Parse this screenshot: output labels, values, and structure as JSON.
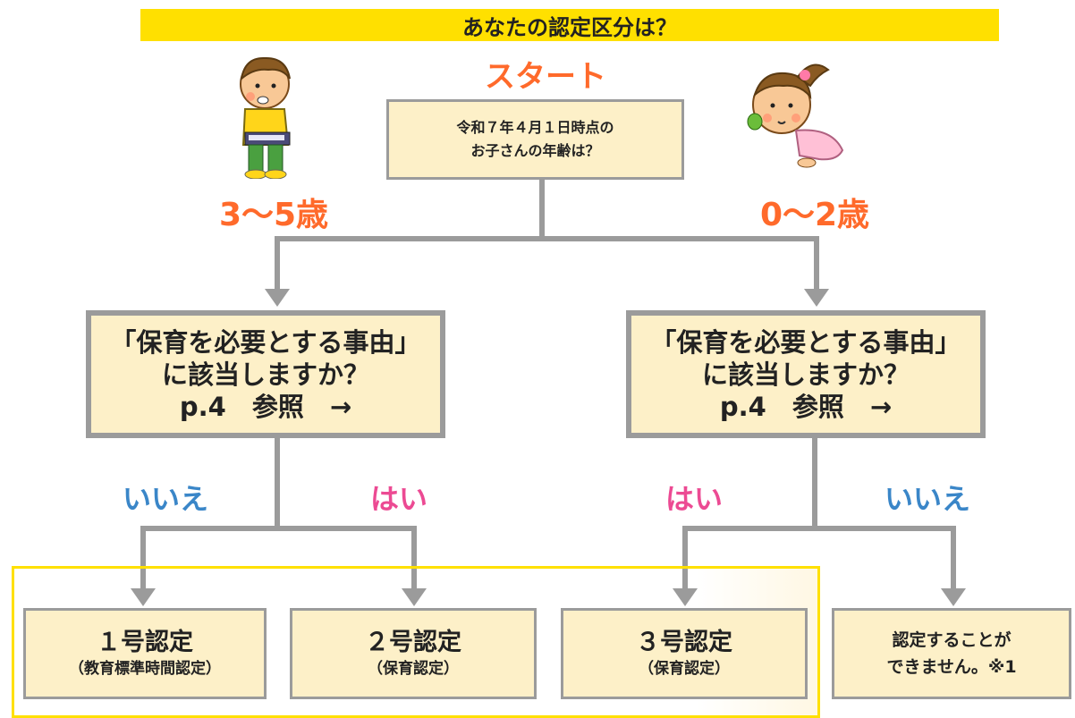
{
  "header": {
    "title": "あなたの認定区分は？"
  },
  "start": {
    "label": "スタート",
    "question_line1": "令和７年４月１日時点の",
    "question_line2": "お子さんの年齢は？"
  },
  "age": {
    "left": "3～5歳",
    "right": "0～2歳"
  },
  "question": {
    "line1": "「保育を必要とする事由」",
    "line2": "に該当しますか？",
    "line3": "p.4　参照　→"
  },
  "answers": {
    "yes": "はい",
    "no": "いいえ"
  },
  "results": [
    {
      "title": "１号認定",
      "sub": "（教育標準時間認定）"
    },
    {
      "title": "２号認定",
      "sub": "（保育認定）"
    },
    {
      "title": "３号認定",
      "sub": "（保育認定）"
    },
    {
      "line1": "認定することが",
      "line2": "できません。※1"
    }
  ],
  "colors": {
    "banner": "#ffe000",
    "box_fill": "#fdf0c8",
    "connector": "#9b9b9b",
    "age_text": "#ff6a2b",
    "no_text": "#3a86c8",
    "yes_text": "#ec4a93",
    "highlight_frame": "#ffe000"
  }
}
